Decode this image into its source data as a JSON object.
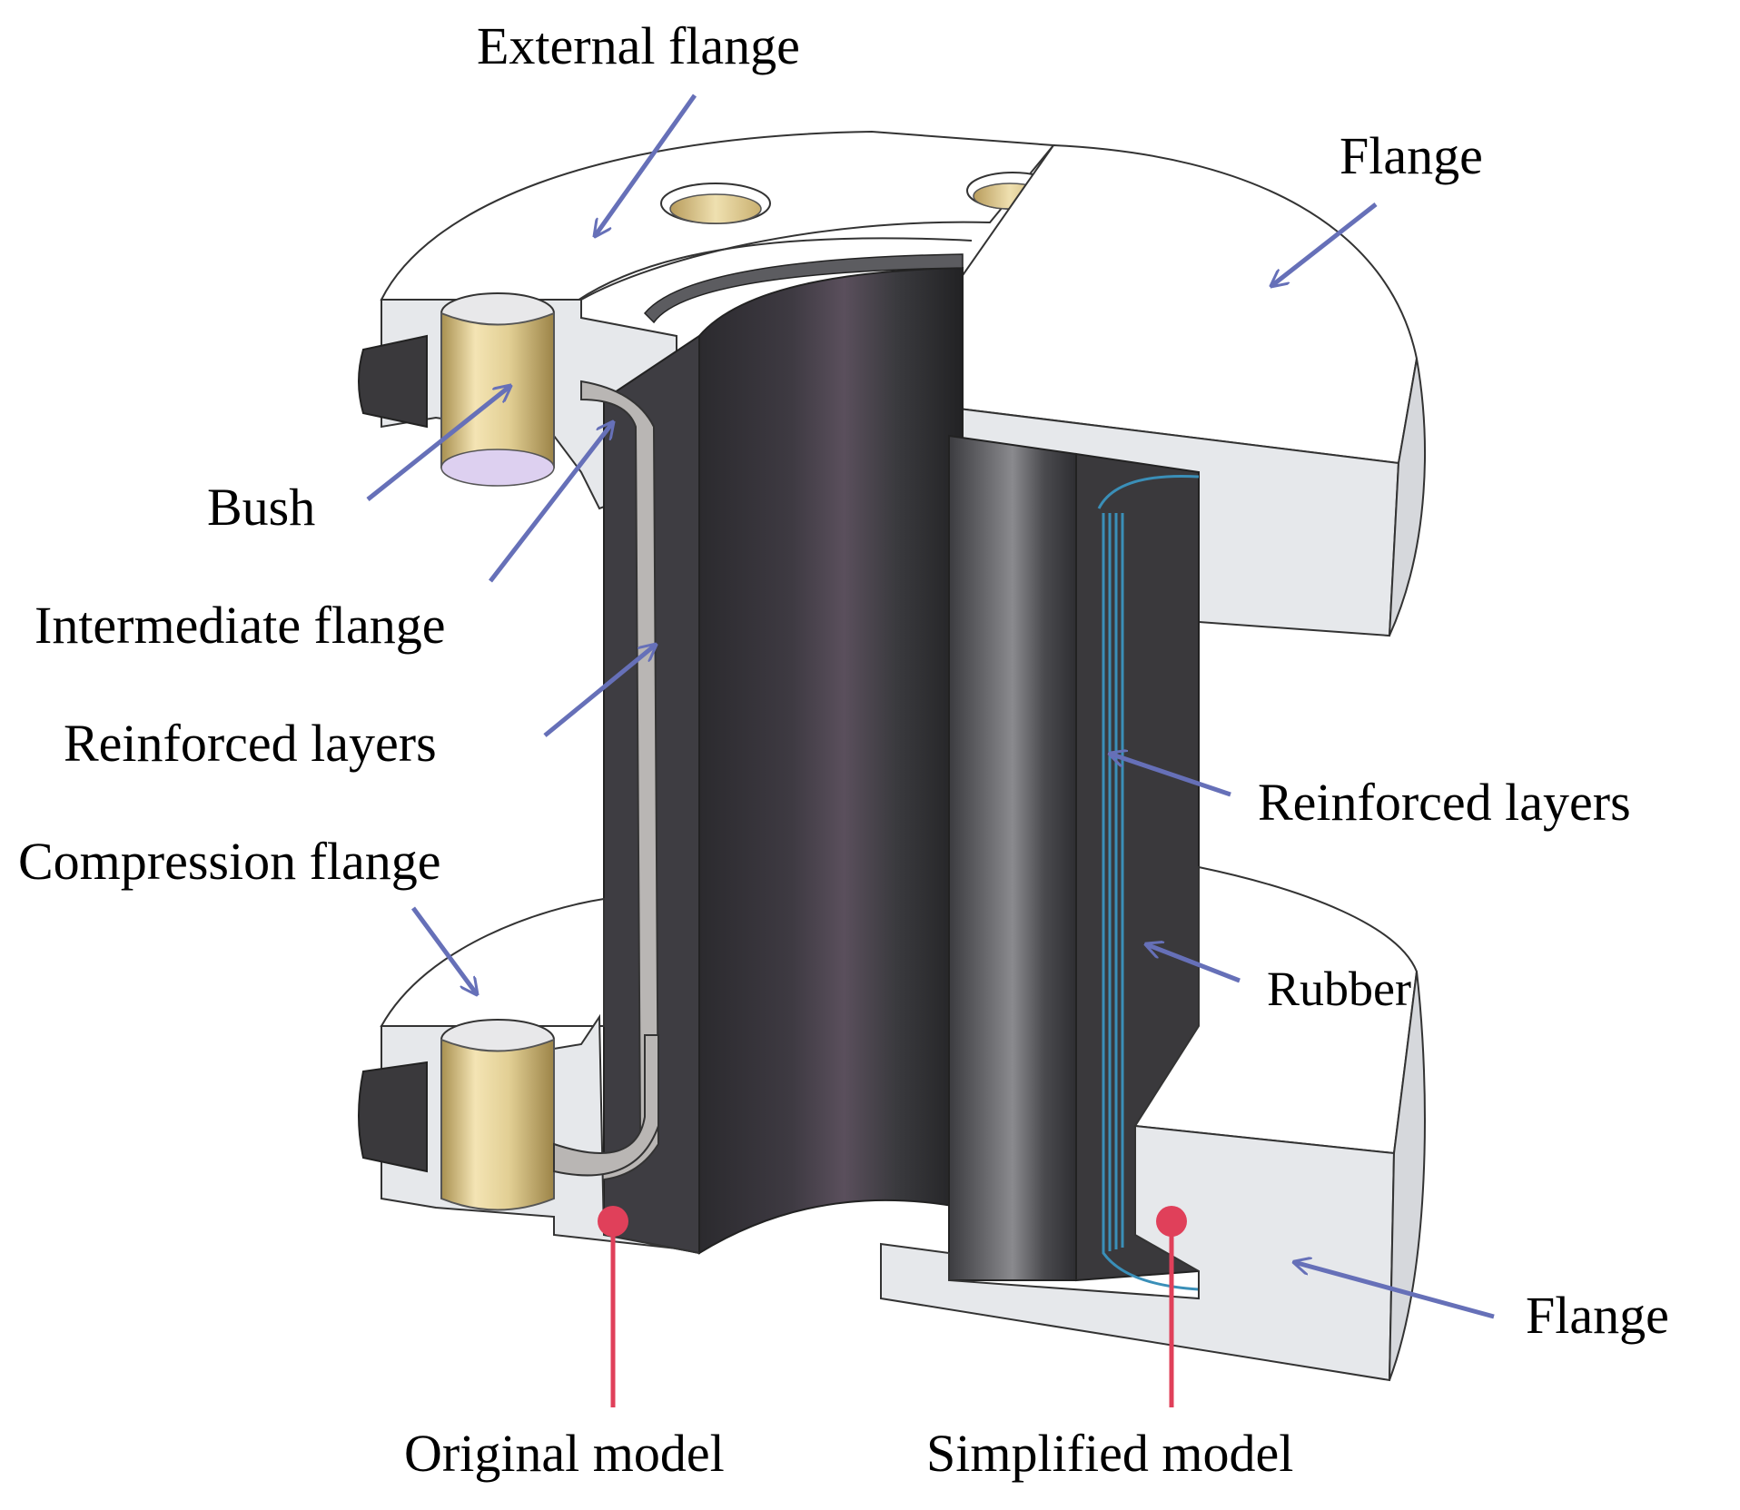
{
  "labels": {
    "external_flange": "External flange",
    "flange_top": "Flange",
    "bush": "Bush",
    "intermediate_flange": "Intermediate flange",
    "reinforced_layers_left": "Reinforced layers",
    "compression_flange": "Compression flange",
    "reinforced_layers_right": "Reinforced layers",
    "rubber": "Rubber",
    "flange_bottom": "Flange",
    "original_model": "Original model",
    "simplified_model": "Simplified model"
  },
  "colors": {
    "arrow": "#6670b8",
    "marker": "#e0405a",
    "flange_face": "#e6e8eb",
    "rubber": "#3a393c",
    "bush": "#dcc98e"
  }
}
